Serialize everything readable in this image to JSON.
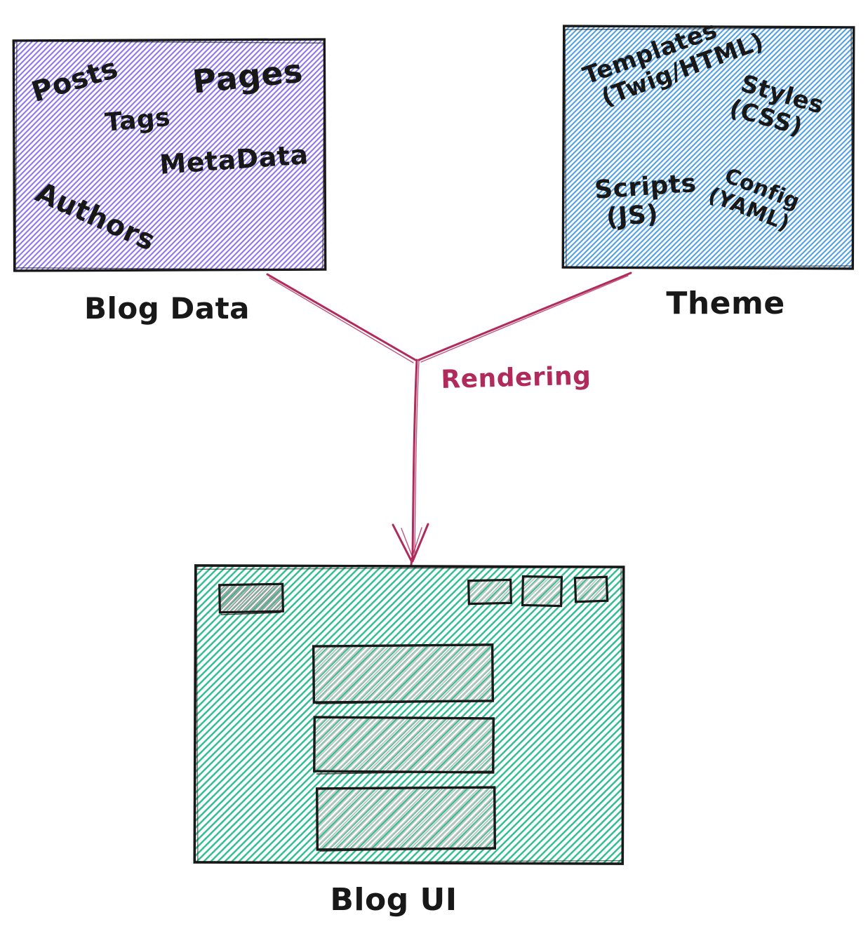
{
  "colors": {
    "purple_hatch": "#8c76eb",
    "blue_hatch": "#4f9ee3",
    "green_hatch": "#2ebd8f",
    "gray_hatch": "#c2c2c2",
    "gray_dark_hatch": "#9c9c9c",
    "arrow": "#b02a5b",
    "ink": "#181818"
  },
  "blog_data": {
    "label": "Blog Data",
    "items": {
      "posts": "Posts",
      "pages": "Pages",
      "tags": "Tags",
      "metadata": "MetaData",
      "authors": "Authors"
    }
  },
  "theme": {
    "label": "Theme",
    "items": {
      "templates": {
        "line1": "Templates",
        "line2": "(Twig/HTML)"
      },
      "styles": {
        "line1": "Styles",
        "line2": "(CSS)"
      },
      "scripts": {
        "line1": "Scripts",
        "line2": "(JS)"
      },
      "config": {
        "line1": "Config",
        "line2": "(YAML)"
      }
    }
  },
  "process": {
    "rendering_label": "Rendering"
  },
  "blog_ui": {
    "label": "Blog UI"
  }
}
